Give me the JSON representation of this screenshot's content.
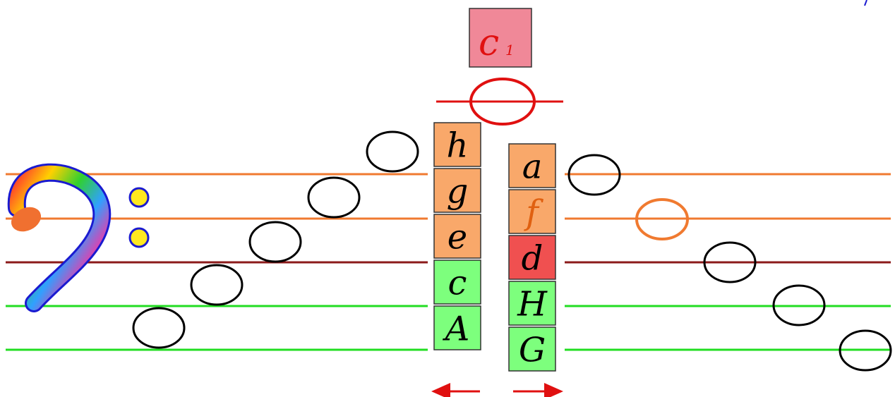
{
  "clef": {
    "name": "bass-clef-icon"
  },
  "colors": {
    "line_orange": "#f07a30",
    "line_dark_red": "#8b1a1a",
    "line_green": "#22dd22",
    "box_orange": "#f9a86a",
    "box_green": "#7dff7d",
    "box_red": "#f05050",
    "box_pink": "#f08898",
    "arrow_red": "#e01010"
  },
  "top_label": {
    "text": "c",
    "subscript": "1"
  },
  "left_column": [
    {
      "text": "h",
      "color": "#f9a86a",
      "text_color": "#000000"
    },
    {
      "text": "g",
      "color": "#f9a86a",
      "text_color": "#000000"
    },
    {
      "text": "e",
      "color": "#f9a86a",
      "text_color": "#000000"
    },
    {
      "text": "c",
      "color": "#7dff7d",
      "text_color": "#000000"
    },
    {
      "text": "A",
      "color": "#7dff7d",
      "text_color": "#000000"
    }
  ],
  "right_column": [
    {
      "text": "a",
      "color": "#f9a86a",
      "text_color": "#000000"
    },
    {
      "text": "f",
      "color": "#f9a86a",
      "text_color": "#e06010"
    },
    {
      "text": "d",
      "color": "#f05050",
      "text_color": "#000000"
    },
    {
      "text": "H",
      "color": "#7dff7d",
      "text_color": "#000000"
    },
    {
      "text": "G",
      "color": "#7dff7d",
      "text_color": "#000000"
    }
  ]
}
